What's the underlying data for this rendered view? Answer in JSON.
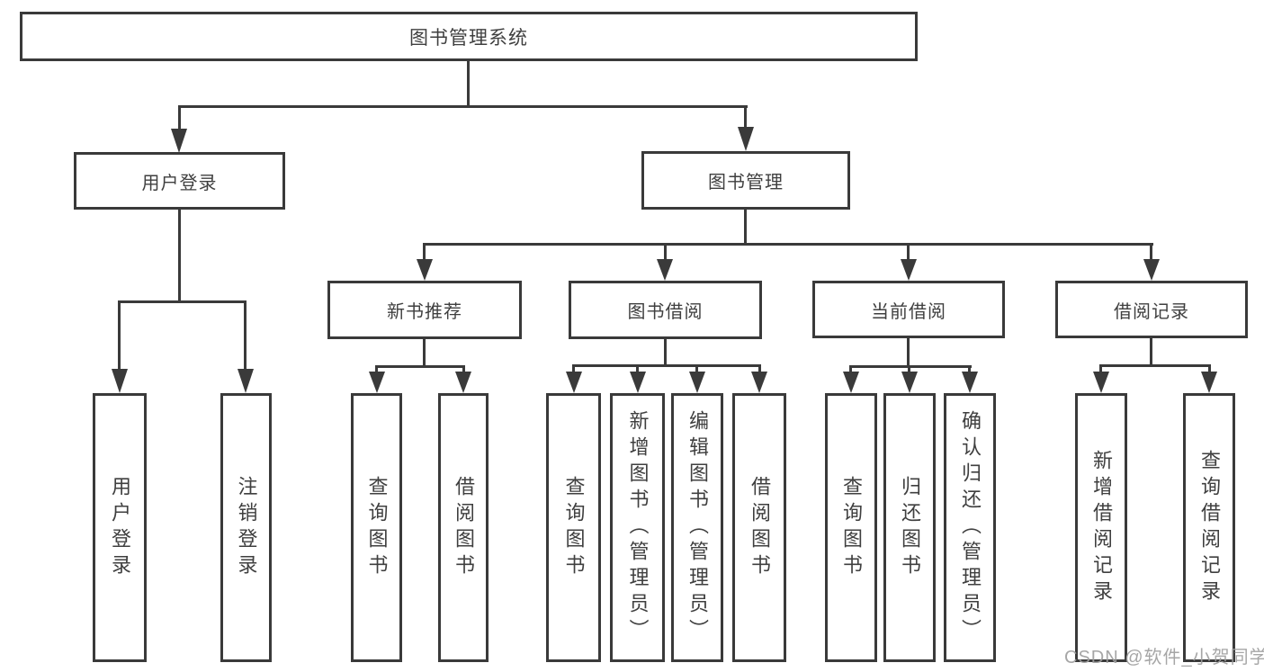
{
  "diagram": {
    "watermark": "CSDN @软件_小贺同学",
    "colors": {
      "line": "#3a3a3a",
      "text": "#3f3f3f",
      "box_background": "#ffffff",
      "watermark": "#9e9e9e"
    },
    "tree": {
      "root": {
        "label": "图书管理系统"
      },
      "branches": [
        {
          "label": "用户登录",
          "children": [
            {
              "label": "用户登录"
            },
            {
              "label": "注销登录"
            }
          ]
        },
        {
          "label": "图书管理",
          "children": [
            {
              "label": "新书推荐",
              "children": [
                {
                  "label": "查询图书"
                },
                {
                  "label": "借阅图书"
                }
              ]
            },
            {
              "label": "图书借阅",
              "children": [
                {
                  "label": "查询图书"
                },
                {
                  "label": "新增图书（管理员）"
                },
                {
                  "label": "编辑图书（管理员）"
                },
                {
                  "label": "借阅图书"
                }
              ]
            },
            {
              "label": "当前借阅",
              "children": [
                {
                  "label": "查询图书"
                },
                {
                  "label": "归还图书"
                },
                {
                  "label": "确认归还（管理员）"
                }
              ]
            },
            {
              "label": "借阅记录",
              "children": [
                {
                  "label": "新增借阅记录"
                },
                {
                  "label": "查询借阅记录"
                }
              ]
            }
          ]
        }
      ]
    }
  }
}
